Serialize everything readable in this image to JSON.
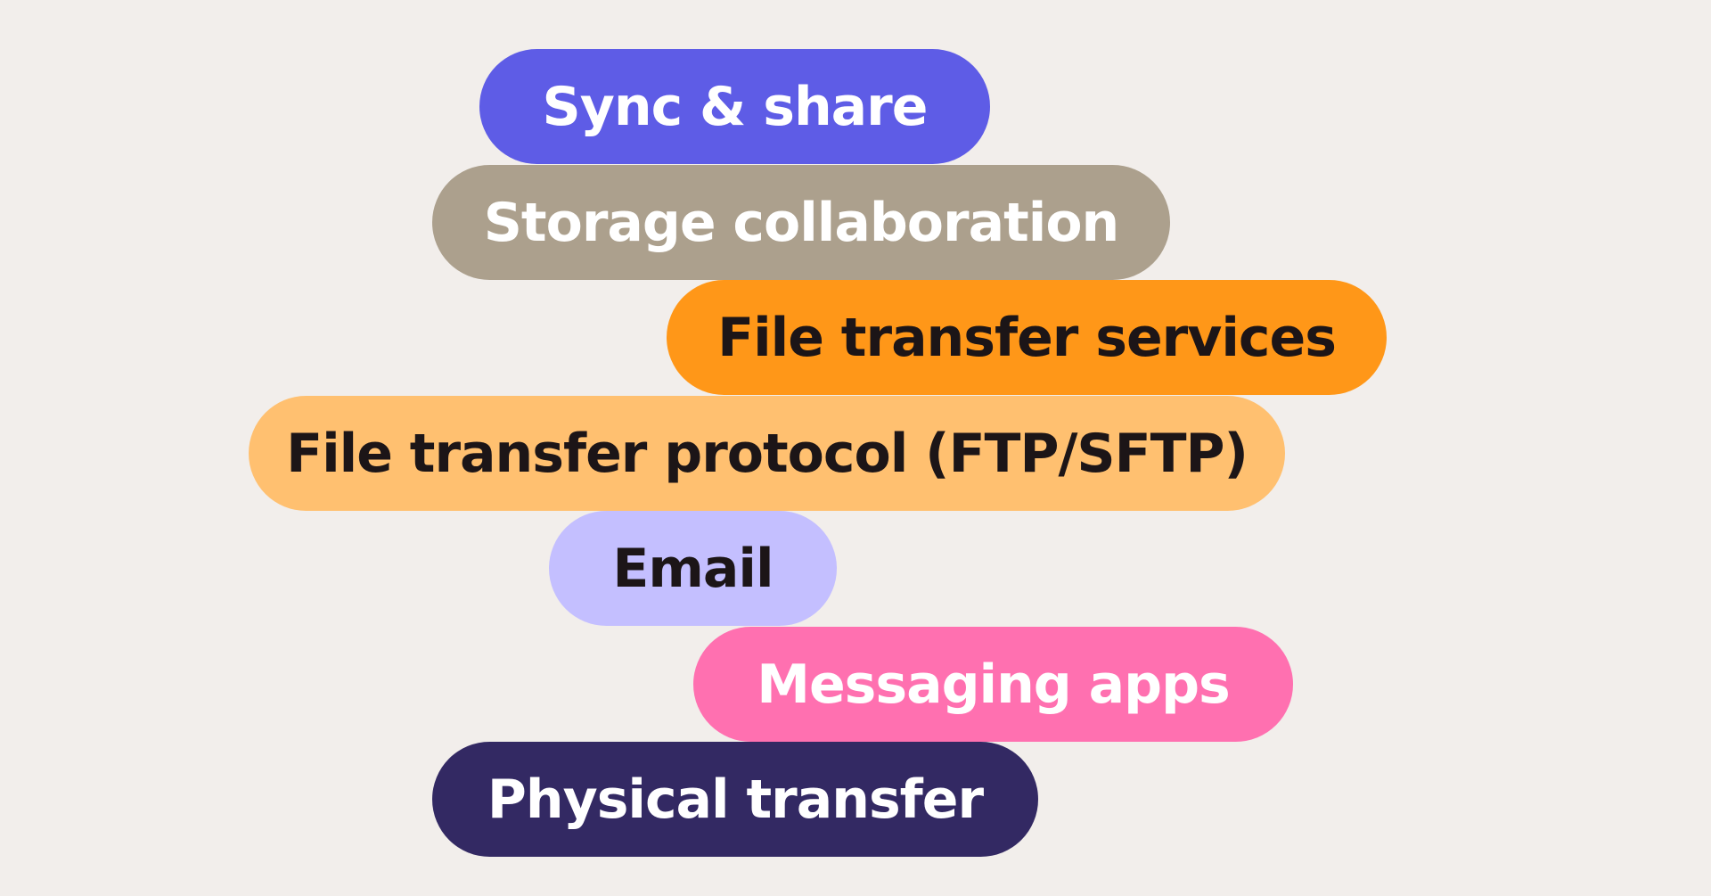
{
  "pills": [
    {
      "label": "Sync & share",
      "bg": "#5e5ce6",
      "fg": "#ffffff"
    },
    {
      "label": "Storage collaboration",
      "bg": "#aca08d",
      "fg": "#ffffff"
    },
    {
      "label": "File transfer services",
      "bg": "#ff9718",
      "fg": "#1c1517"
    },
    {
      "label": "File transfer protocol (FTP/SFTP)",
      "bg": "#ffc070",
      "fg": "#1c1517"
    },
    {
      "label": "Email",
      "bg": "#c4bfff",
      "fg": "#1c1517"
    },
    {
      "label": "Messaging apps",
      "bg": "#ff70b0",
      "fg": "#ffffff"
    },
    {
      "label": "Physical transfer",
      "bg": "#332963",
      "fg": "#ffffff"
    }
  ]
}
